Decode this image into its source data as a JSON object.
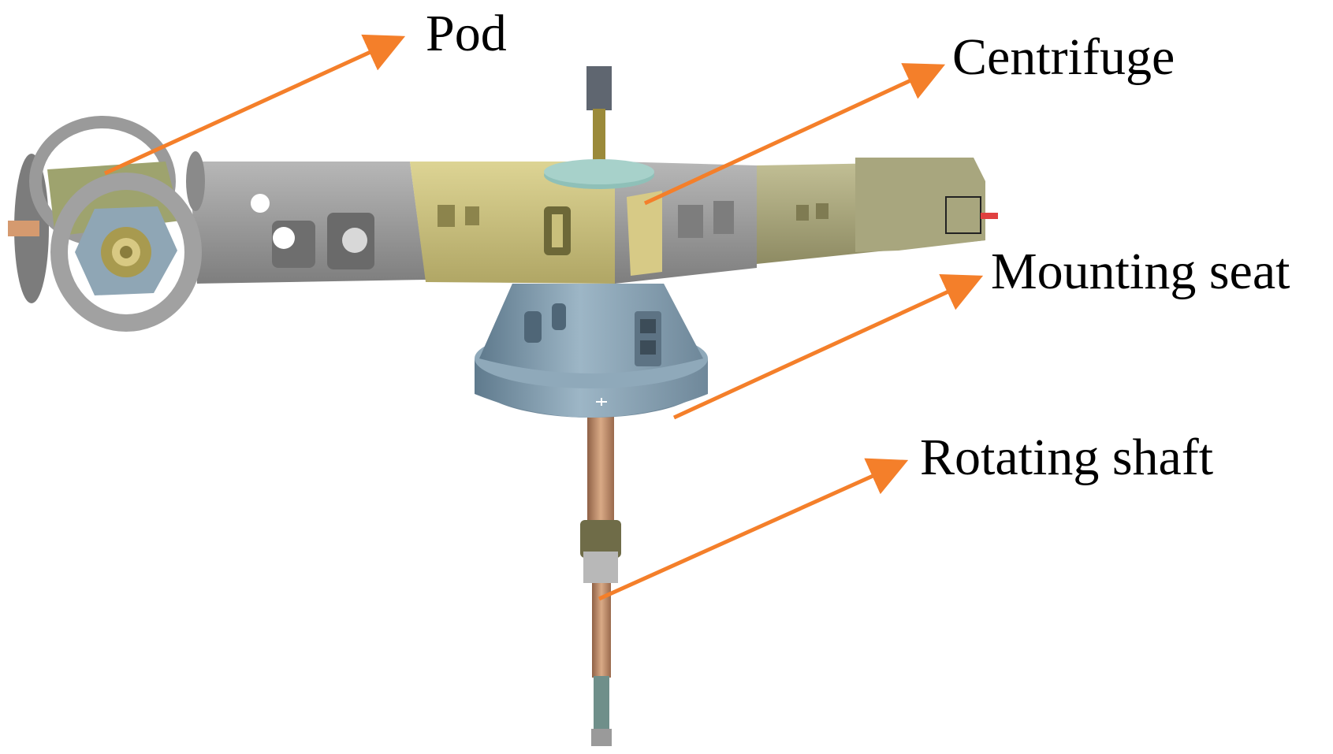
{
  "labels": {
    "pod": "Pod",
    "centrifuge": "Centrifuge",
    "mounting_seat": "Mounting seat",
    "rotating_shaft": "Rotating shaft"
  },
  "colors": {
    "arrow": "#f47f2a",
    "arm_yellow": "#c9bf7b",
    "arm_gray": "#9a9a9a",
    "arm_olive": "#a9a57c",
    "seat_blue": "#7f9aab",
    "shaft_copper": "#c69472",
    "pod_blue": "#9db3c2",
    "top_disc": "#8fc0b8"
  }
}
